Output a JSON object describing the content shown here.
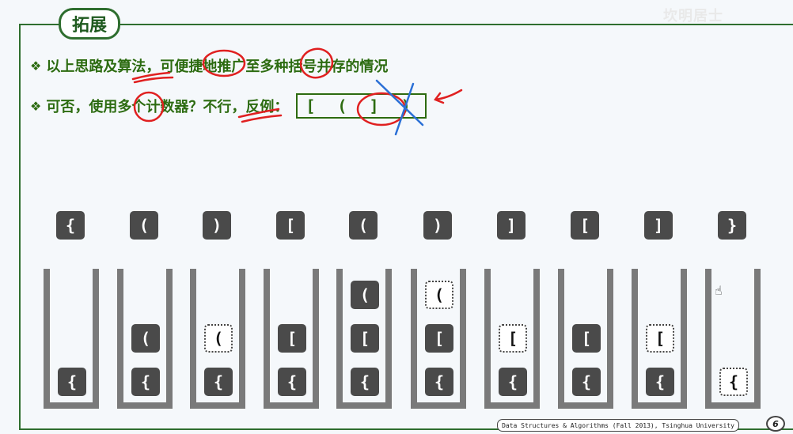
{
  "slide": {
    "title": "拓展",
    "watermark": "坎明居士",
    "bullet_icon": "❖",
    "line1": "以上思路及算法，可便捷地推广至多种括号并存的情况",
    "line2": "可否，使用多个计数器？不行，反例：",
    "counterexample": "[ ( ] )",
    "footer": "Data Structures & Algorithms (Fall 2013), Tsinghua University",
    "page_number": "6"
  },
  "input_tokens": [
    "{",
    "(",
    ")",
    "[",
    "(",
    ")",
    "]",
    "[",
    "]",
    "}"
  ],
  "stacks": [
    {
      "items": [
        {
          "ch": "{",
          "ghost": false
        }
      ]
    },
    {
      "items": [
        {
          "ch": "{",
          "ghost": false
        },
        {
          "ch": "(",
          "ghost": false
        }
      ]
    },
    {
      "items": [
        {
          "ch": "{",
          "ghost": false
        },
        {
          "ch": "(",
          "ghost": true
        }
      ]
    },
    {
      "items": [
        {
          "ch": "{",
          "ghost": false
        },
        {
          "ch": "[",
          "ghost": false
        }
      ]
    },
    {
      "items": [
        {
          "ch": "{",
          "ghost": false
        },
        {
          "ch": "[",
          "ghost": false
        },
        {
          "ch": "(",
          "ghost": false
        }
      ]
    },
    {
      "items": [
        {
          "ch": "{",
          "ghost": false
        },
        {
          "ch": "[",
          "ghost": false
        },
        {
          "ch": "(",
          "ghost": true
        }
      ]
    },
    {
      "items": [
        {
          "ch": "{",
          "ghost": false
        },
        {
          "ch": "[",
          "ghost": true
        }
      ]
    },
    {
      "items": [
        {
          "ch": "{",
          "ghost": false
        },
        {
          "ch": "[",
          "ghost": false
        }
      ]
    },
    {
      "items": [
        {
          "ch": "{",
          "ghost": false
        },
        {
          "ch": "[",
          "ghost": true
        }
      ]
    },
    {
      "items": [
        {
          "ch": "{",
          "ghost": true
        }
      ]
    }
  ],
  "colors": {
    "frame": "#2f6e2f",
    "text": "#2c6b10",
    "annotation": "#e02020",
    "annotation_blue": "#2a6fd6",
    "token": "#4a4a4a"
  }
}
